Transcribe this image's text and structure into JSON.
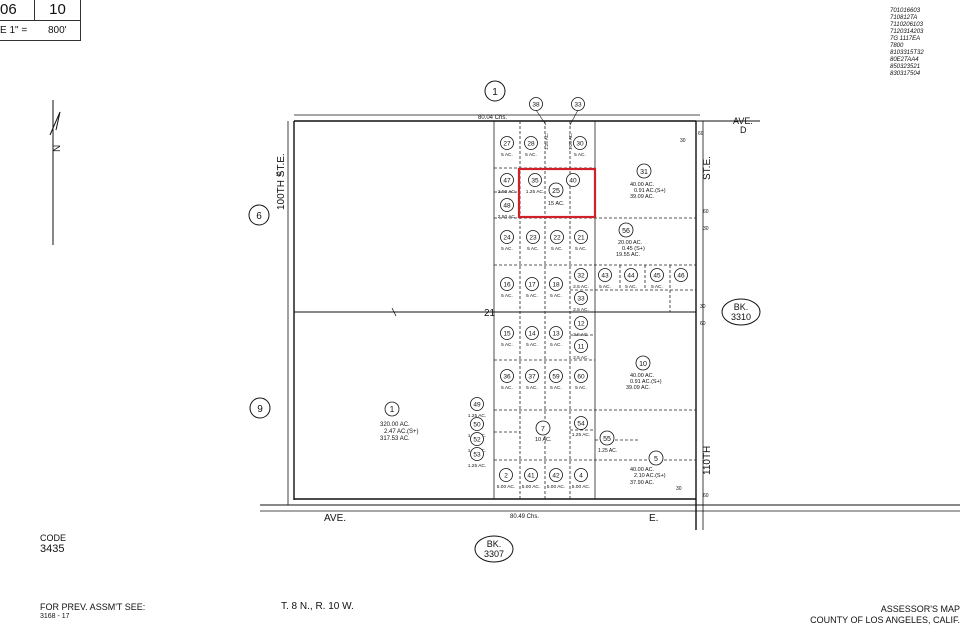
{
  "header": {
    "book": "06",
    "page": "10",
    "scale_prefix": "E 1\" =",
    "scale_value": "800'"
  },
  "stamp_codes": [
    "701016603",
    "710812TA",
    "7110206103",
    "7120314203",
    "7G 1117EA",
    "7800",
    "8103315T32",
    "80E2TAA4",
    "850323521",
    "830317504"
  ],
  "roads": {
    "ave_d": "AVE.",
    "ave_d_letter": "D",
    "ave_e": "AVE.",
    "ave_e_letter": "E.",
    "st_100th": "100TH ST.E.",
    "st_110th": "110TH",
    "st_110th_ste": "ST.E."
  },
  "dims": {
    "top_chains": "80.04 Chs.",
    "bottom_chains": "80.49 Chs."
  },
  "section_number": "21",
  "map_refs": {
    "top_circle": "1",
    "left_upper_circle": "6",
    "left_lower_circle": "9",
    "right_book": "BK. 3310",
    "bottom_book": "BK. 3307"
  },
  "parcels": {
    "big_1": {
      "number": "1",
      "line1": "320.00 AC.",
      "line2": "2.47 AC.(S+)",
      "line3": "317.53 AC."
    },
    "p31": {
      "number": "31",
      "line1": "40.00 AC.",
      "line2": "0.91 AC.(S+)",
      "line3": "39.09 AC."
    },
    "p56": {
      "number": "56",
      "line1": "20.00 AC.",
      "line2": "0.45 (S+)",
      "line3": "19.55 AC."
    },
    "p10": {
      "number": "10",
      "line1": "40.00 AC.",
      "line2": "0.91 AC.(S+)",
      "line3": "39.09 AC."
    },
    "p5": {
      "number": "5",
      "line1": "40.00 AC.",
      "line2": "2.10 AC.(S+)",
      "line3": "37.90 AC."
    },
    "p25": {
      "number": "25",
      "area": "15 AC."
    },
    "p7": {
      "number": "7",
      "area": "10 AC."
    },
    "p55": {
      "number": "55",
      "area": "1.25 AC."
    }
  },
  "small_parcels": [
    {
      "n": "27",
      "a": "5 AC."
    },
    {
      "n": "28",
      "a": "5 AC."
    },
    {
      "n": "30",
      "a": "5 AC."
    },
    {
      "n": "47",
      "a": "2.50 AC."
    },
    {
      "n": "35",
      "a": "1.25 AC."
    },
    {
      "n": "40",
      "a": ""
    },
    {
      "n": "48",
      "a": "2.50 AC."
    },
    {
      "n": "24",
      "a": "5 AC."
    },
    {
      "n": "23",
      "a": "5 AC."
    },
    {
      "n": "22",
      "a": "5 AC."
    },
    {
      "n": "21",
      "a": "5 AC."
    },
    {
      "n": "16",
      "a": "5 AC."
    },
    {
      "n": "17",
      "a": "5 AC."
    },
    {
      "n": "18",
      "a": "5 AC."
    },
    {
      "n": "32",
      "a": "2.5 AC."
    },
    {
      "n": "33",
      "a": "2.5 AC."
    },
    {
      "n": "43",
      "a": "5 AC."
    },
    {
      "n": "44",
      "a": "5 AC."
    },
    {
      "n": "45",
      "a": "5 AC."
    },
    {
      "n": "46",
      "a": ""
    },
    {
      "n": "15",
      "a": "5 AC."
    },
    {
      "n": "14",
      "a": "5 AC."
    },
    {
      "n": "13",
      "a": "5 AC."
    },
    {
      "n": "12",
      "a": "2.5 AC."
    },
    {
      "n": "11",
      "a": "2.5 AC."
    },
    {
      "n": "36",
      "a": "5 AC."
    },
    {
      "n": "37",
      "a": "5 AC."
    },
    {
      "n": "59",
      "a": "5 AC."
    },
    {
      "n": "60",
      "a": "5 AC."
    },
    {
      "n": "49",
      "a": "1.25 AC."
    },
    {
      "n": "50",
      "a": "1.25 AC."
    },
    {
      "n": "52",
      "a": "1.25 AC."
    },
    {
      "n": "53",
      "a": "1.25 AC."
    },
    {
      "n": "54",
      "a": "1.25 AC."
    },
    {
      "n": "2",
      "a": "5.00 AC."
    },
    {
      "n": "41",
      "a": "5.00 AC."
    },
    {
      "n": "42",
      "a": "5.00 AC."
    },
    {
      "n": "4",
      "a": "5.00 AC."
    }
  ],
  "top_parcels": [
    {
      "n": "38",
      "a": "1.25 AC."
    },
    {
      "n": "33",
      "a": "1.25 AC."
    }
  ],
  "north_arrow": {
    "label": "N"
  },
  "code_block": {
    "label": "CODE",
    "value": "3435"
  },
  "prev_assmt": {
    "label": "FOR PREV. ASSM'T SEE:",
    "value": "3168 - 17"
  },
  "township": "T. 8 N., R. 10 W.",
  "assessor": {
    "line1": "ASSESSOR'S MAP",
    "line2": "COUNTY OF LOS ANGELES, CALIF."
  },
  "highlight_color": "#d0202a"
}
